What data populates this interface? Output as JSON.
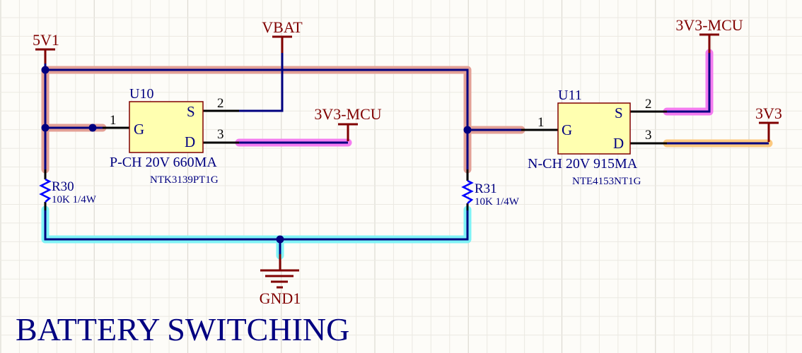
{
  "sheet": {
    "title": "BATTERY SWITCHING",
    "colors": {
      "background": "#fdfcf8",
      "wire": "#000080",
      "power_port": "#800000",
      "component_fill": "#ffffb0",
      "net_5V1_highlight": "#e3a096",
      "net_3V3MCU_highlight": "#f47cf0",
      "net_3V3_highlight": "#fcc97f",
      "net_GND_highlight": "#7ff3f6"
    }
  },
  "power_ports": {
    "p5v1": "5V1",
    "vbat": "VBAT",
    "mcu_left": "3V3-MCU",
    "mcu_right": "3V3-MCU",
    "v3v3": "3V3",
    "gnd": "GND1"
  },
  "components": {
    "u10": {
      "designator": "U10",
      "comment": "P-CH 20V 660MA",
      "part_number": "NTK3139PT1G",
      "pins": {
        "gate": {
          "name": "G",
          "number": "1"
        },
        "source": {
          "name": "S",
          "number": "2"
        },
        "drain": {
          "name": "D",
          "number": "3"
        }
      }
    },
    "u11": {
      "designator": "U11",
      "comment": "N-CH 20V 915MA",
      "part_number": "NTE4153NT1G",
      "pins": {
        "gate": {
          "name": "G",
          "number": "1"
        },
        "source": {
          "name": "S",
          "number": "2"
        },
        "drain": {
          "name": "D",
          "number": "3"
        }
      }
    },
    "r30": {
      "designator": "R30",
      "value": "10K 1/4W"
    },
    "r31": {
      "designator": "R31",
      "value": "10K 1/4W"
    }
  }
}
